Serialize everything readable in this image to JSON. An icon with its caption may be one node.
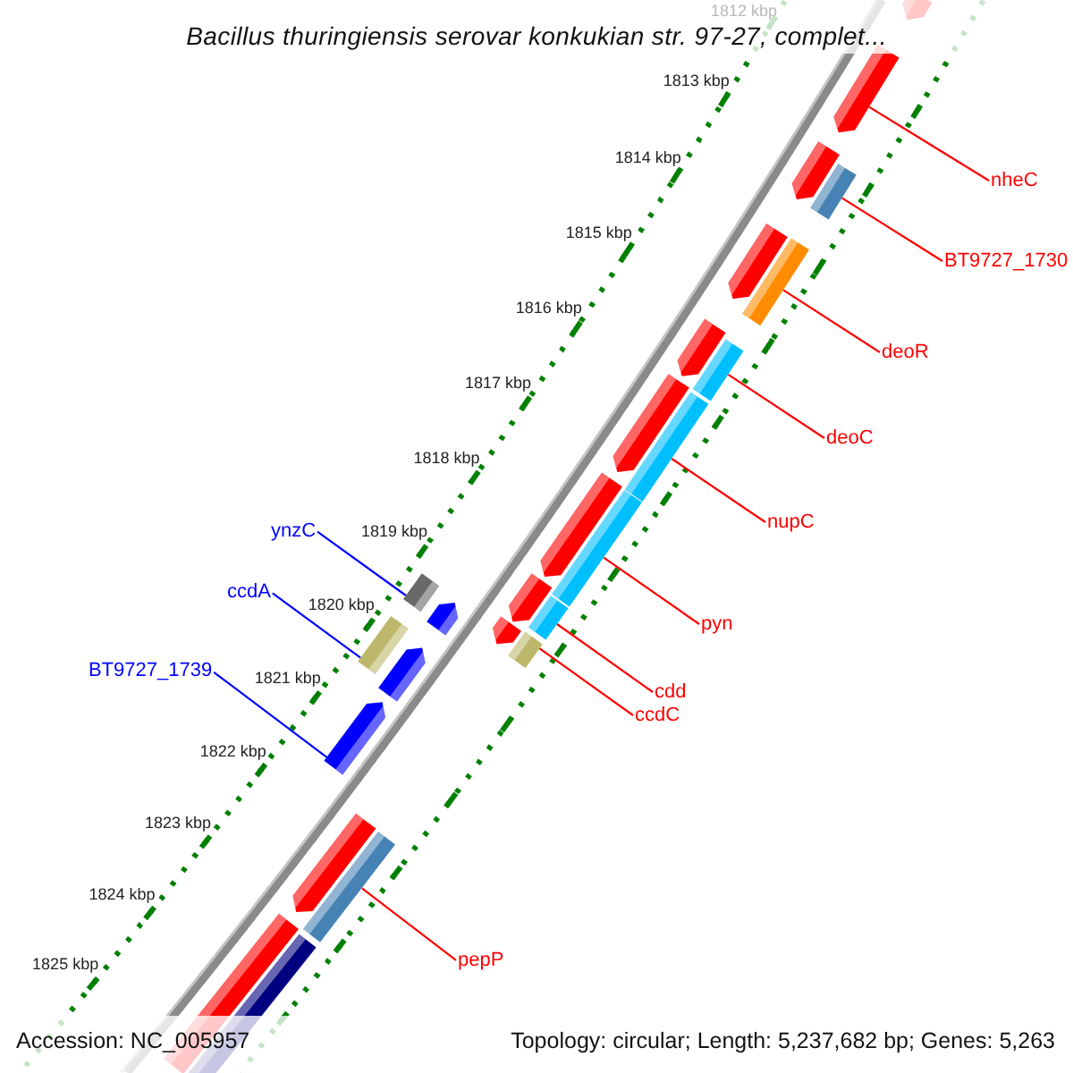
{
  "diagram": {
    "title": "Bacillus thuringiensis serovar konkukian str. 97-27, complet...",
    "nodes": [
      {
        "text": [],
        "shape": "arrow"
      },
      {
        "text": [],
        "shape": "arrow"
      },
      {
        "text": [
          "nheC"
        ]
      },
      {
        "text": [],
        "shape": "arrow"
      },
      {
        "text": [],
        "shape": "box"
      },
      {
        "text": [
          "BT9727_1730"
        ]
      },
      {
        "text": [],
        "shape": "arrow"
      },
      {
        "text": [],
        "shape": "box"
      },
      {
        "text": [
          "deoR"
        ]
      },
      {
        "text": [],
        "shape": "arrow"
      },
      {
        "text": [],
        "shape": "box"
      },
      {
        "text": [
          "deoC"
        ]
      },
      {
        "text": [],
        "shape": "arrow"
      },
      {
        "text": [],
        "shape": "box"
      },
      {
        "text": [
          "nupC"
        ]
      },
      {
        "text": [
          "ynzC"
        ]
      },
      {
        "text": [],
        "shape": "arrow"
      },
      {
        "text": [],
        "shape": "box"
      },
      {
        "text": [
          "pyn"
        ]
      },
      {
        "text": [
          "ccdA"
        ]
      },
      {
        "text": [],
        "shape": "arrow"
      },
      {
        "text": [],
        "shape": "box"
      },
      {
        "text": [],
        "shape": "box"
      },
      {
        "text": [],
        "shape": "arrow"
      },
      {
        "text": [],
        "shape": "arrow"
      },
      {
        "text": [],
        "shape": "box"
      },
      {
        "text": [
          "BT9727_1739"
        ]
      },
      {
        "text": [],
        "shape": "box"
      },
      {
        "text": [],
        "shape": "arrow"
      },
      {
        "text": [
          "cdd"
        ]
      },
      {
        "text": [
          "ccdC"
        ]
      },
      {
        "text": [],
        "shape": "arrow"
      },
      {
        "text": [],
        "shape": "arrow"
      },
      {
        "text": [],
        "shape": "box"
      },
      {
        "text": [
          "pepP"
        ]
      },
      {
        "text": [],
        "shape": "box"
      },
      {
        "text": [],
        "shape": "box"
      }
    ],
    "edges": [
      {
        "from": 2,
        "to": 1,
        "arrow": "none"
      },
      {
        "from": 5,
        "to": 4,
        "arrow": "none"
      },
      {
        "from": 8,
        "to": 7,
        "arrow": "none"
      },
      {
        "from": 11,
        "to": 10,
        "arrow": "none"
      },
      {
        "from": 14,
        "to": 13,
        "arrow": "none"
      },
      {
        "from": 15,
        "to": 22,
        "arrow": "none",
        "color": "#0000ff"
      },
      {
        "from": 18,
        "to": 17,
        "arrow": "none"
      },
      {
        "from": 19,
        "to": 27,
        "arrow": "none",
        "color": "#0000ff"
      },
      {
        "from": 29,
        "to": 21,
        "arrow": "none"
      },
      {
        "from": 30,
        "to": 25,
        "arrow": "none"
      },
      {
        "from": 26,
        "to": 31,
        "arrow": "none",
        "color": "#0000ff"
      },
      {
        "from": 34,
        "to": 33,
        "arrow": "none"
      }
    ],
    "labels": [
      "1812 kbp",
      "1813 kbp",
      "1814 kbp",
      "1815 kbp",
      "1816 kbp",
      "1817 kbp",
      "1818 kbp",
      "1819 kbp",
      "1820 kbp",
      "1821 kbp",
      "1822 kbp",
      "1823 kbp",
      "1824 kbp",
      "1825 kbp",
      "Accession: NC_005957",
      "Topology: circular; Length: 5,237,682 bp; Genes: 5,263"
    ]
  }
}
